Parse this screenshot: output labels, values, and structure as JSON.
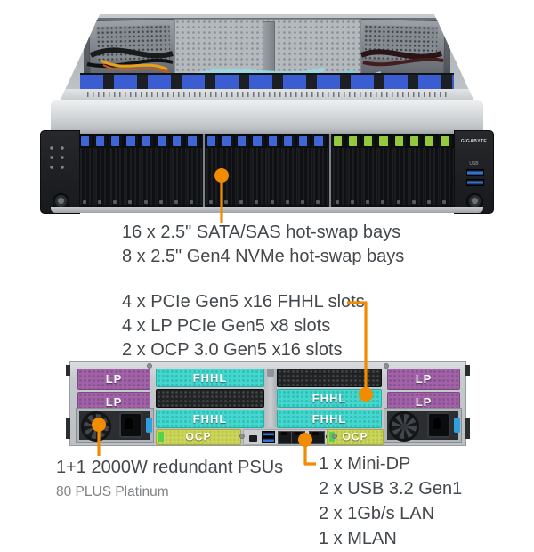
{
  "colors": {
    "accent_orange": "#f18b00",
    "fhhl_cyan": "#45d6cd",
    "lp_purple": "#a262a8",
    "ocp_green": "#ccd65b",
    "bay_tab_blue": "#3f66d4",
    "bay_tab_green": "#94c93e",
    "text_dark": "#43484c",
    "text_gray": "#7e8285"
  },
  "front": {
    "brand": "GIGABYTE",
    "usb_label": "USB",
    "bay_groups": [
      {
        "count": 8,
        "tab_color": "#3f66d4",
        "type": "SATA/SAS"
      },
      {
        "count": 8,
        "tab_color": "#3f66d4",
        "type": "SATA/SAS"
      },
      {
        "count": 8,
        "tab_color": "#94c93e",
        "type": "NVMe"
      }
    ]
  },
  "rear": {
    "labels": {
      "lp": "LP",
      "fhhl": "FHHL",
      "ocp": "OCP"
    },
    "left_column_rows": [
      "fhhl",
      "blank",
      "fhhl"
    ],
    "right_column_rows": [
      "blank",
      "fhhl",
      "fhhl"
    ]
  },
  "callouts": {
    "bays": {
      "lines": [
        "16 x 2.5\" SATA/SAS hot-swap bays",
        "8 x 2.5\" Gen4 NVMe hot-swap bays"
      ]
    },
    "expansion": {
      "lines": [
        "4 x PCIe Gen5 x16 FHHL slots",
        "4 x LP PCIe Gen5 x8 slots",
        "2 x OCP 3.0 Gen5 x16 slots"
      ]
    },
    "psu": {
      "lines": [
        "1+1 2000W redundant PSUs",
        "80 PLUS Platinum"
      ]
    },
    "rear_io": {
      "lines": [
        "1 x Mini-DP",
        "2 x USB 3.2 Gen1",
        "2 x 1Gb/s LAN",
        "1 x MLAN"
      ]
    }
  }
}
